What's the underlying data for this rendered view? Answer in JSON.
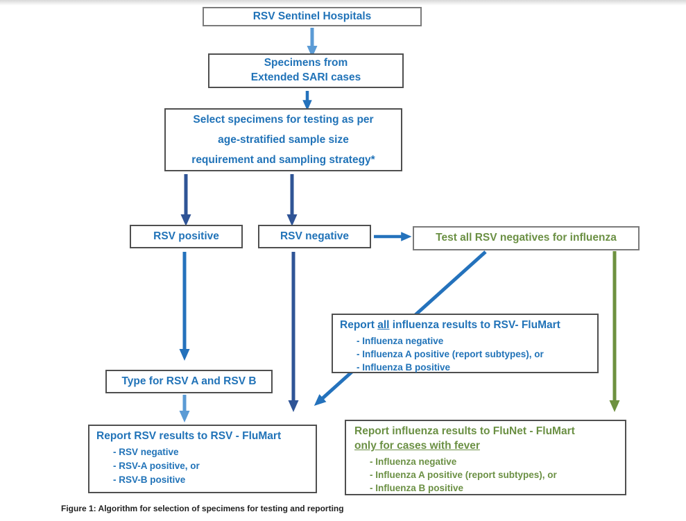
{
  "figure": {
    "caption": "Figure 1: Algorithm for selection of specimens for testing and reporting"
  },
  "colors": {
    "blue_text": "#2173b8",
    "green_text": "#6b9044",
    "arrow_light_blue": "#5b9bd5",
    "arrow_medium_blue": "#2472bc",
    "arrow_navy": "#2f5496",
    "arrow_green": "#6e9140"
  },
  "nodes": {
    "sentinel": {
      "label": "RSV Sentinel Hospitals"
    },
    "specimens": {
      "line1": "Specimens from",
      "line2": "Extended SARI cases"
    },
    "select": {
      "line1": "Select specimens for testing as per",
      "line2": "age-stratified sample size",
      "line3": "requirement and sampling strategy*"
    },
    "rsv_positive": {
      "label": "RSV positive"
    },
    "rsv_negative": {
      "label": "RSV negative"
    },
    "test_negatives": {
      "label": "Test all RSV negatives for influenza"
    },
    "report_all_influenza": {
      "title_prefix": "Report ",
      "title_underlined": "all",
      "title_suffix": " influenza results to RSV- FluMart",
      "bullets": [
        "- Influenza negative",
        "- Influenza A positive (report subtypes), or",
        "- Influenza B positive"
      ]
    },
    "type_rsv": {
      "label": "Type for RSV A and RSV B"
    },
    "report_rsv": {
      "title": "Report RSV results to RSV - FluMart",
      "bullets": [
        "- RSV negative",
        "- RSV-A positive, or",
        "- RSV-B positive"
      ]
    },
    "report_flunet": {
      "title_line1": "Report influenza results to FluNet - FluMart",
      "title_line2_underlined": "only for cases with fever",
      "bullets": [
        "- Influenza negative",
        "- Influenza A positive (report subtypes), or",
        "- Influenza B positive"
      ]
    }
  }
}
